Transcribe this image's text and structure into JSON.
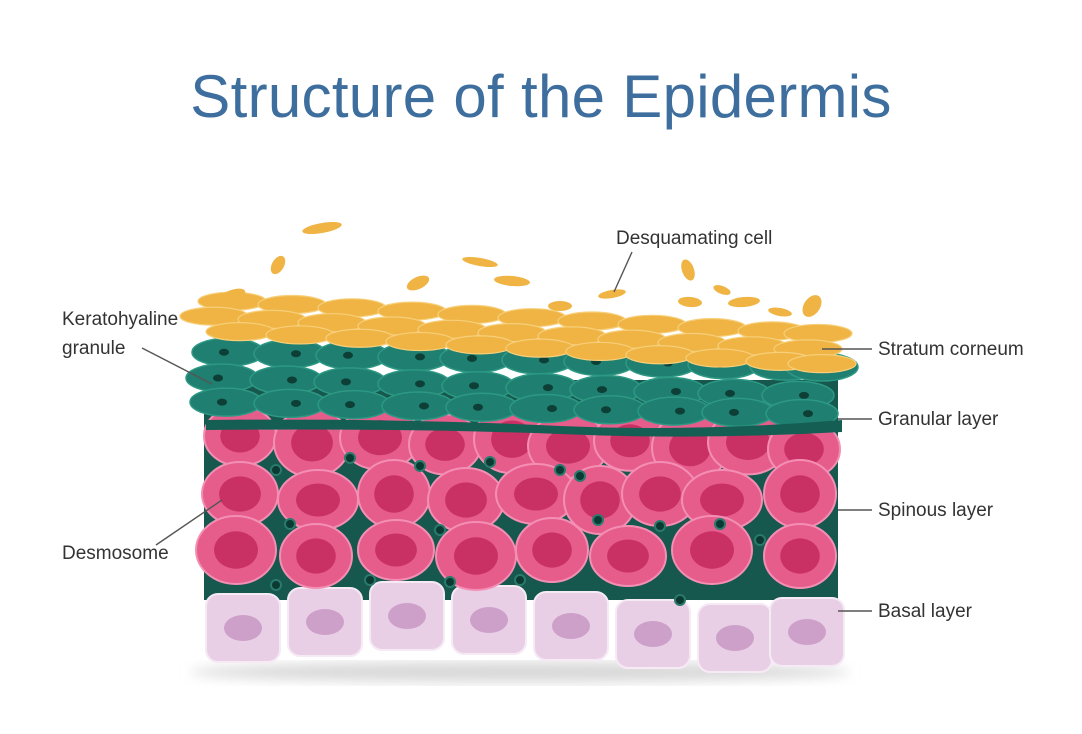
{
  "title": "Structure of the Epidermis",
  "labels": {
    "desquamating": "Desquamating cell",
    "keratohyaline_line1": "Keratohyaline",
    "keratohyaline_line2": "granule",
    "desmosome": "Desmosome",
    "stratum_corneum": "Stratum corneum",
    "granular": "Granular layer",
    "spinous": "Spinous layer",
    "basal": "Basal layer"
  },
  "colors": {
    "title": "#3d6e9e",
    "corneum": "#efb444",
    "granular": "#1f7f70",
    "spinous": "#e65d8c",
    "spinous_nucleus": "#c93063",
    "basal": "#e9cfe6",
    "basal_nucleus": "#cda0c9",
    "leader_line": "#555555"
  }
}
